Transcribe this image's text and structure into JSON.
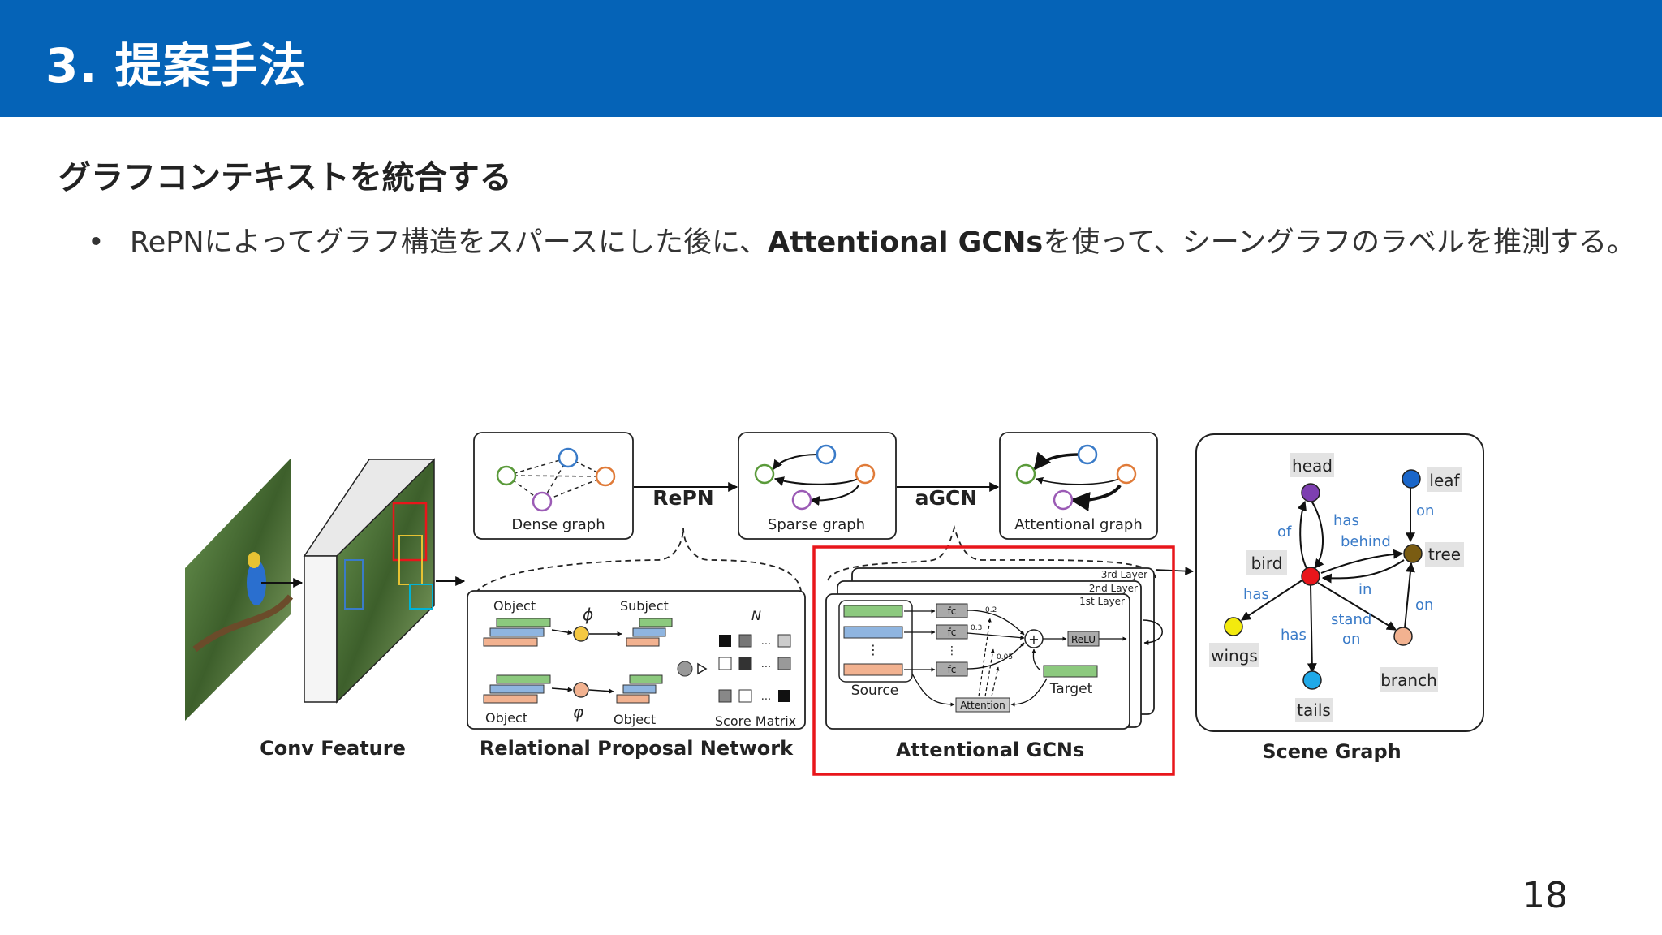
{
  "header": {
    "title": "3. 提案手法"
  },
  "subtitle": "グラフコンテキストを統合する",
  "bullet": {
    "marker": "•",
    "text_before": "RePNによってグラフ構造をスパースにした後に、",
    "text_bold": "Attentional GCNs",
    "text_after": "を使って、シーングラフのラベルを推測する。"
  },
  "page_number": "18",
  "colors": {
    "header_bg": "#0563b7",
    "highlight_box": "#e8161b",
    "node_green": "#5a9a3a",
    "node_blue": "#3a7bc8",
    "node_orange": "#e07b39",
    "node_purple": "#9b5bb5"
  },
  "figure": {
    "conv_label": "Conv Feature",
    "dense_graph": "Dense graph",
    "sparse_graph": "Sparse graph",
    "attentional_graph": "Attentional graph",
    "repn_arrow": "RePN",
    "agcn_arrow": "aGCN",
    "rpn": {
      "object_top": "Object",
      "subject": "Subject",
      "phi": "ϕ",
      "varphi": "φ",
      "object_bottom_left": "Object",
      "object_bottom_right": "Object",
      "n_label": "N",
      "score_matrix": "Score Matrix",
      "dots": "...",
      "vdots": "⋮",
      "caption": "Relational Proposal Network"
    },
    "gcn": {
      "layer3": "3rd Layer",
      "layer2": "2nd Layer",
      "layer1": "1st Layer",
      "fc": "fc",
      "relu": "ReLU",
      "attention": "Attention",
      "source": "Source",
      "target": "Target",
      "w1": "0.2",
      "w2": "0.3",
      "w3": "0.05",
      "plus": "+",
      "vdots": "⋮",
      "caption": "Attentional GCNs"
    },
    "scene_graph": {
      "caption": "Scene Graph",
      "nodes": {
        "head": "head",
        "leaf": "leaf",
        "bird": "bird",
        "tree": "tree",
        "wings": "wings",
        "tails": "tails",
        "branch": "branch"
      },
      "edges": {
        "of": "of",
        "has_head": "has",
        "behind": "behind",
        "on_leaf": "on",
        "in": "in",
        "has_wings": "has",
        "has_tails": "has",
        "stand": "stand",
        "stand_on": "on",
        "on_branch": "on"
      }
    }
  }
}
